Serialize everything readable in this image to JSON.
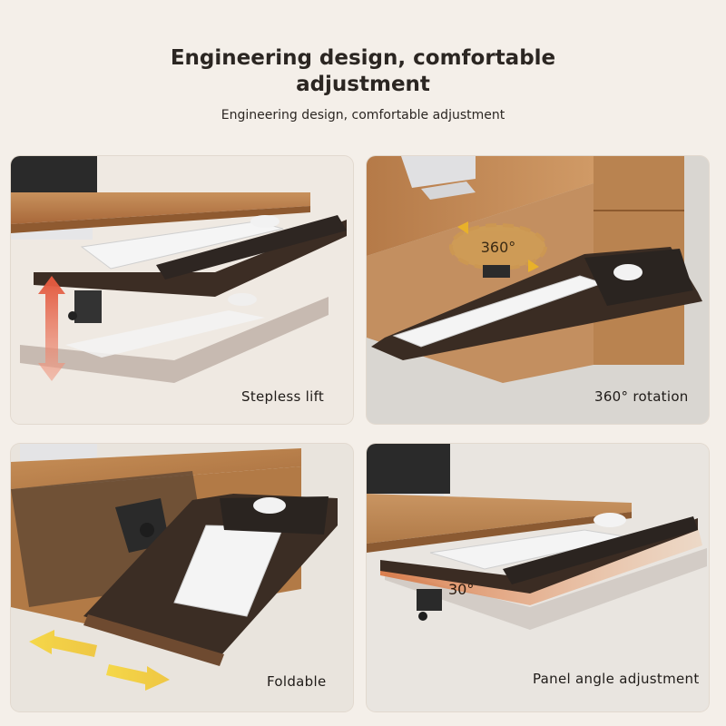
{
  "header": {
    "title_line1": "Engineering design, comfortable",
    "title_line2": "adjustment",
    "subtitle": "Engineering design, comfortable adjustment"
  },
  "panels": [
    {
      "caption": "Stepless lift"
    },
    {
      "caption": "360° rotation",
      "badge": "360°"
    },
    {
      "caption": "Foldable"
    },
    {
      "caption": "Panel angle adjustment",
      "badge": "30°"
    }
  ],
  "colors": {
    "background": "#f4efe9",
    "wood": "#b87a45",
    "tray": "#3c2d24",
    "accent_arrow": "#e06a4a",
    "yellow_arrow": "#f0cf3a"
  }
}
